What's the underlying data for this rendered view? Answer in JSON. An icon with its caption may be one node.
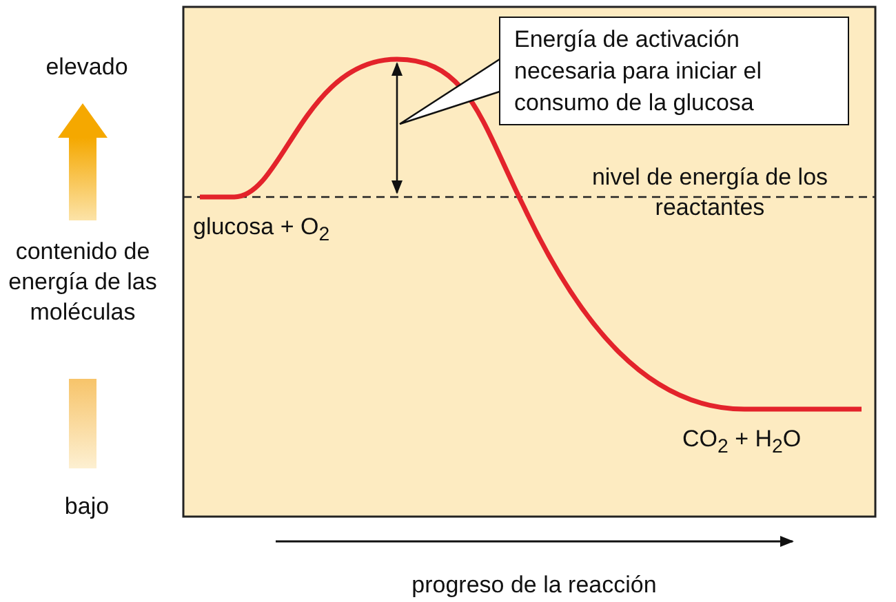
{
  "diagram": {
    "nodes": [
      {
        "text": [
          "Energía de activación necesaria para iniciar el consumo de la glucosa"
        ]
      }
    ],
    "edges": [],
    "labels": [
      "elevado",
      "nivel de energía de los reactantes",
      "glucosa + O$_{2}$",
      "contenido de energía de las moléculas",
      "CO$_{2}$ + H$_{2}$O",
      "bajo",
      "progreso de la reacción"
    ]
  }
}
